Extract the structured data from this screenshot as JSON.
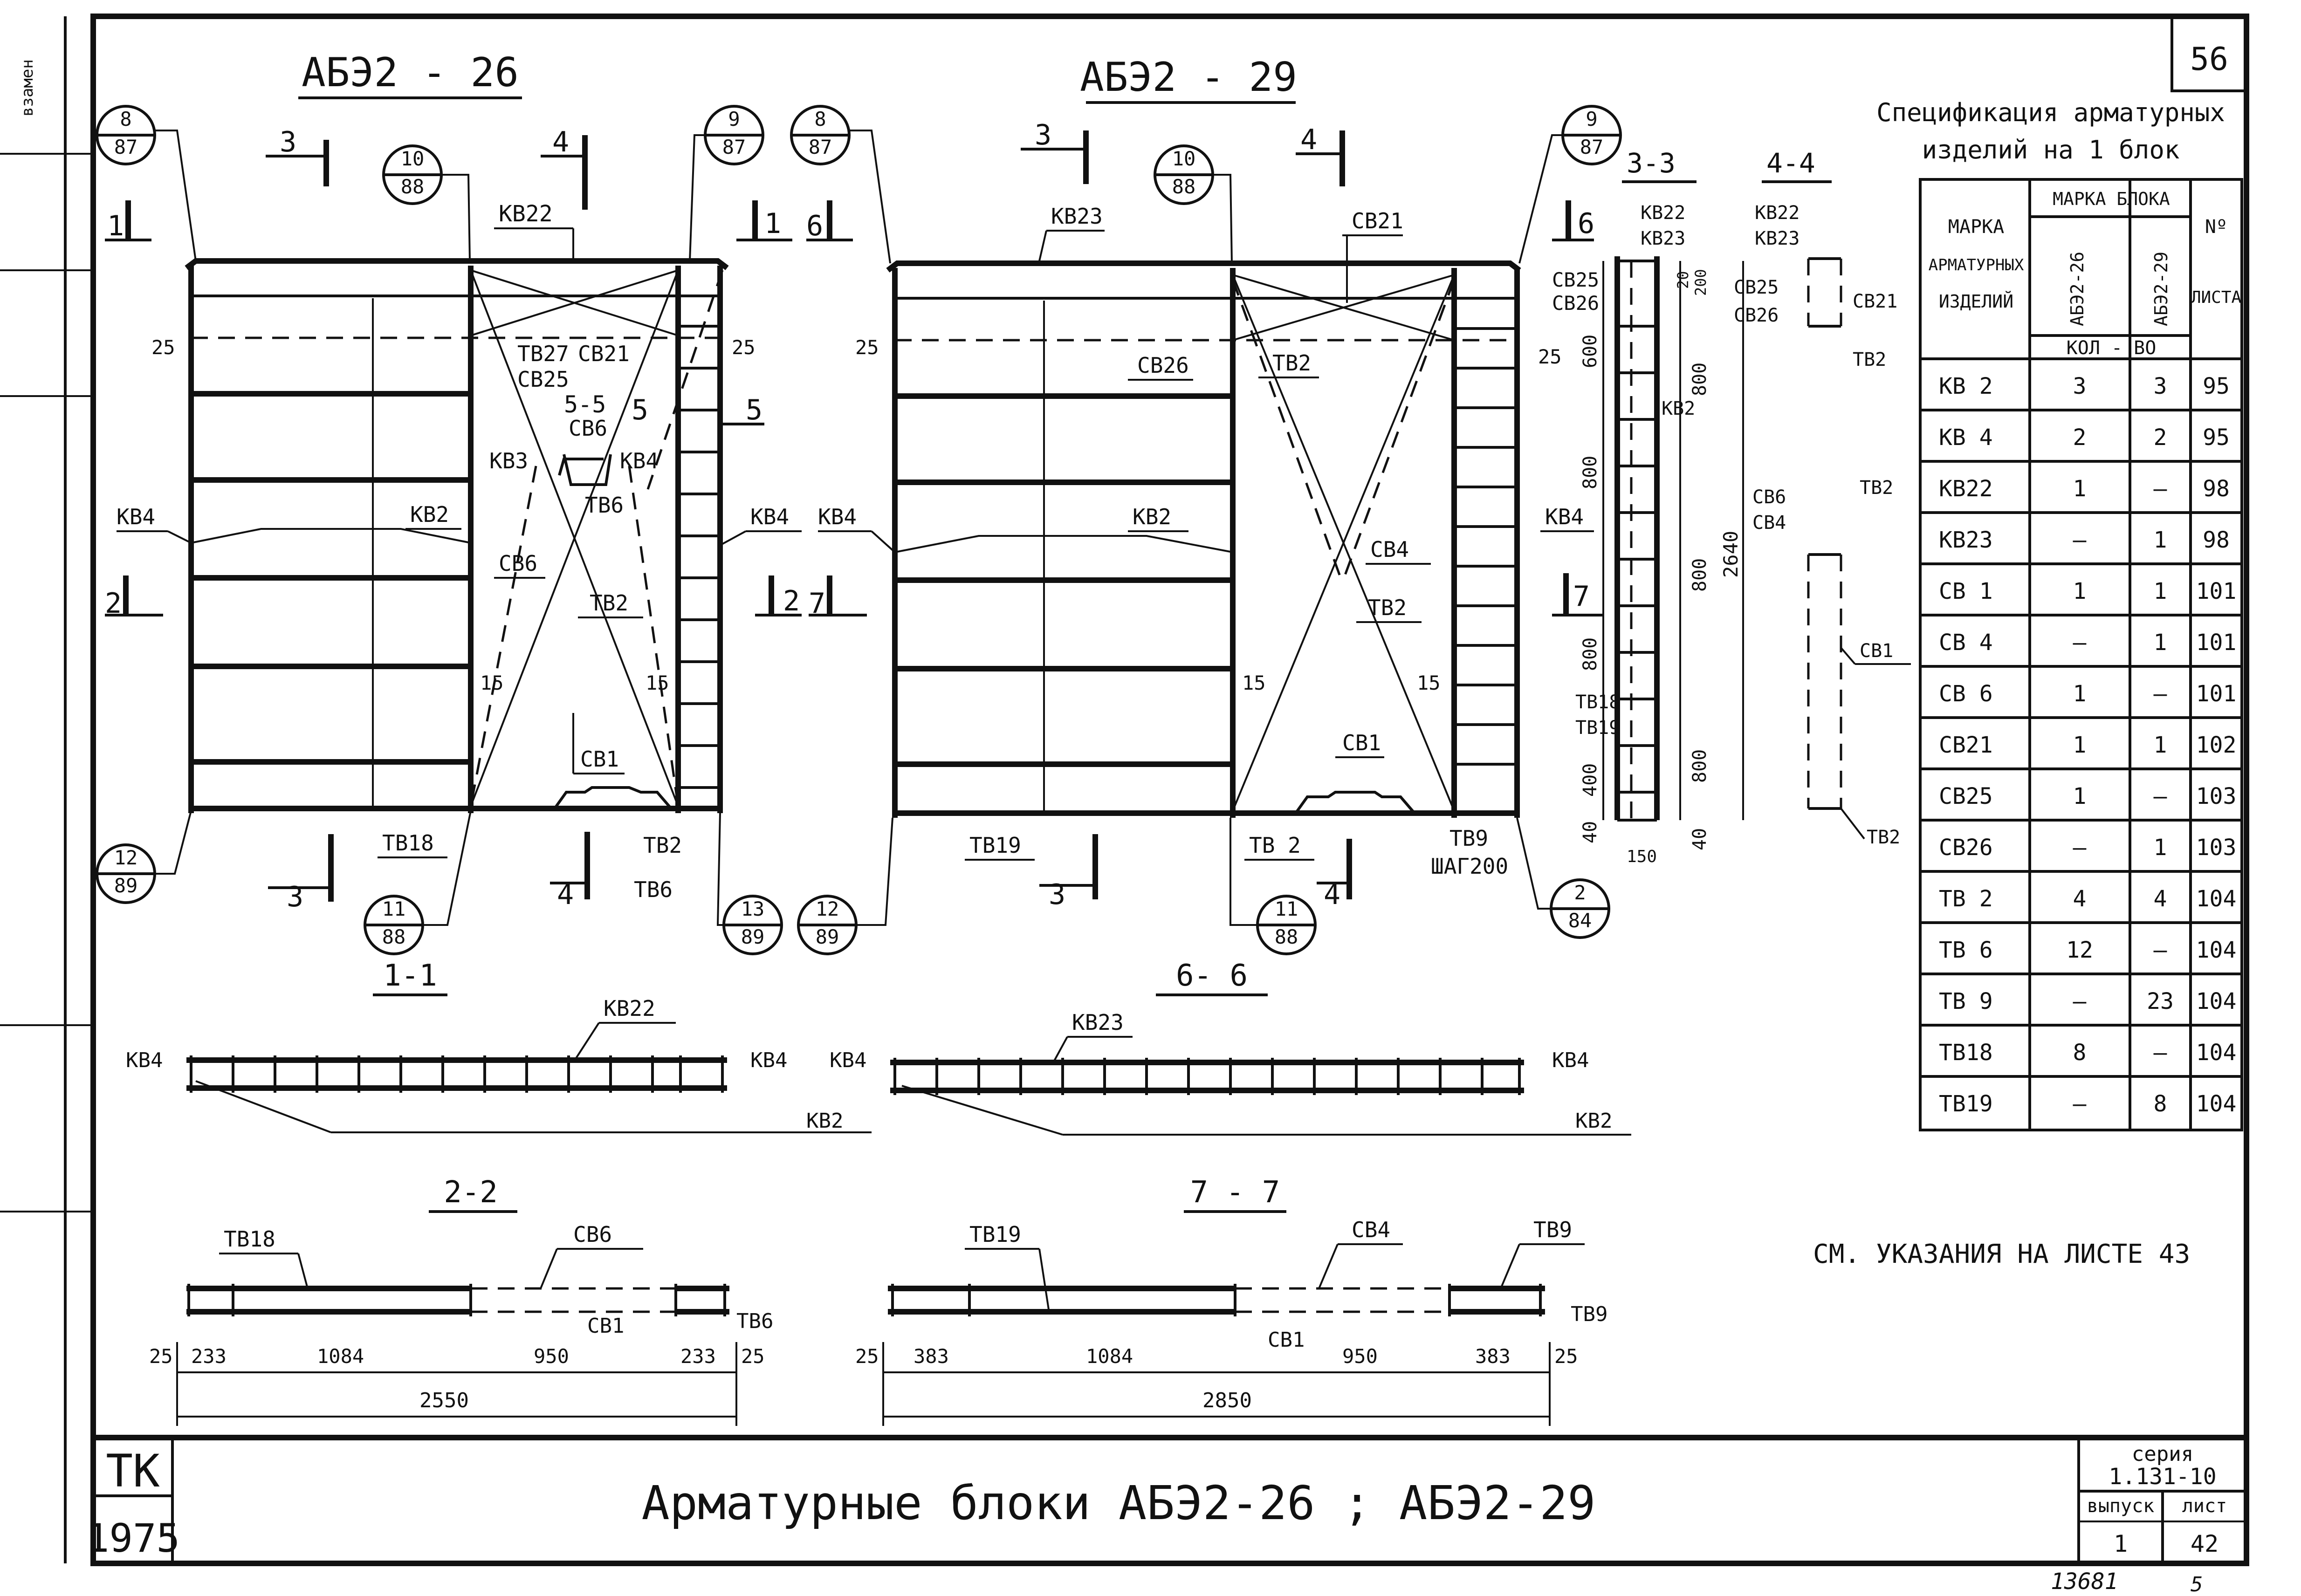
{
  "sheet_number_top": "56",
  "left_strip": "взамен",
  "titles": {
    "left": "АБЭ2 - 26",
    "right": "АБЭ2 - 29"
  },
  "callouts": [
    {
      "top": "8",
      "bottom": "87"
    },
    {
      "top": "10",
      "bottom": "88"
    },
    {
      "top": "9",
      "bottom": "87"
    },
    {
      "top": "8",
      "bottom": "87"
    },
    {
      "top": "10",
      "bottom": "88"
    },
    {
      "top": "9",
      "bottom": "87"
    },
    {
      "top": "12",
      "bottom": "89"
    },
    {
      "top": "11",
      "bottom": "88"
    },
    {
      "top": "13",
      "bottom": "89"
    },
    {
      "top": "12",
      "bottom": "89"
    },
    {
      "top": "11",
      "bottom": "88"
    },
    {
      "top": "2",
      "bottom": "84"
    }
  ],
  "section_marks": [
    "1",
    "2",
    "3",
    "3",
    "4",
    "4",
    "5",
    "5",
    "6",
    "7",
    "3",
    "3",
    "4",
    "4",
    "1",
    "2",
    "6",
    "7"
  ],
  "labels_left": [
    "КВ22",
    "ТВ27",
    "СВ21",
    "СВ25",
    "5-5",
    "СВ6",
    "КВ3",
    "КВ4",
    "ТВ6",
    "КВ4",
    "КВ2",
    "КВ4",
    "СВ6",
    "ТВ2",
    "СВ1",
    "ТВ18",
    "ТВ2",
    "ТВ6",
    "25",
    "25",
    "15",
    "15"
  ],
  "labels_right": [
    "КВ23",
    "СВ21",
    "СВ26",
    "ТВ2",
    "КВ4",
    "КВ2",
    "СВ4",
    "ТВ2",
    "КВ4",
    "СВ1",
    "ТВ19",
    "ТВ 2",
    "ТВ9",
    "ШАГ200",
    "СВ25",
    "СВ26",
    "25",
    "25",
    "15",
    "15"
  ],
  "section_33": {
    "title": "3-3",
    "labels": [
      "КВ22",
      "КВ23",
      "КВ2",
      "ТВ18",
      "ТВ19"
    ],
    "dims": [
      "20",
      "200",
      "600",
      "800",
      "800",
      "800",
      "400",
      "40",
      "800",
      "2640",
      "800",
      "800",
      "150",
      "40"
    ]
  },
  "section_44": {
    "title": "4-4",
    "labels": [
      "КВ22",
      "КВ23",
      "СВ25",
      "СВ26",
      "СВ21",
      "ТВ2",
      "ТВ2",
      "СВ6",
      "СВ4",
      "СВ1",
      "ТВ2"
    ]
  },
  "section_11": {
    "title": "1-1",
    "labels": [
      "КВ22",
      "КВ4",
      "КВ4",
      "КВ2"
    ]
  },
  "section_66": {
    "title": "6- 6",
    "labels": [
      "КВ23",
      "КВ4",
      "КВ4",
      "КВ2"
    ]
  },
  "section_22": {
    "title": "2-2",
    "labels": [
      "ТВ18",
      "СВ6",
      "СВ1",
      "ТВ6"
    ],
    "dims": [
      "25",
      "233",
      "1084",
      "950",
      "233",
      "25"
    ],
    "total": "2550"
  },
  "section_77": {
    "title": "7 - 7",
    "labels": [
      "ТВ19",
      "СВ4",
      "ТВ9",
      "СВ1",
      "ТВ9"
    ],
    "dims": [
      "25",
      "383",
      "1084",
      "950",
      "383",
      "25"
    ],
    "total": "2850"
  },
  "spec": {
    "title_line1": "Спецификация арматурных",
    "title_line2": "изделий на 1 блок",
    "col_mark": [
      "МАРКА",
      "АРМАТУРНЫХ",
      "ИЗДЕЛИЙ"
    ],
    "col_block": "МАРКА БЛОКА",
    "col_b1": "АБЭ2-26",
    "col_b2": "АБЭ2-29",
    "col_qty": "КОЛ - ВО",
    "col_sheet": [
      "Nº",
      "ЛИСТА"
    ],
    "rows": [
      [
        "КВ 2",
        "3",
        "3",
        "95"
      ],
      [
        "КВ 4",
        "2",
        "2",
        "95"
      ],
      [
        "КВ22",
        "1",
        "—",
        "98"
      ],
      [
        "КВ23",
        "—",
        "1",
        "98"
      ],
      [
        "СВ 1",
        "1",
        "1",
        "101"
      ],
      [
        "СВ 4",
        "—",
        "1",
        "101"
      ],
      [
        "СВ 6",
        "1",
        "—",
        "101"
      ],
      [
        "СВ21",
        "1",
        "1",
        "102"
      ],
      [
        "СВ25",
        "1",
        "—",
        "103"
      ],
      [
        "СВ26",
        "—",
        "1",
        "103"
      ],
      [
        "ТВ 2",
        "4",
        "4",
        "104"
      ],
      [
        "ТВ 6",
        "12",
        "—",
        "104"
      ],
      [
        "ТВ 9",
        "—",
        "23",
        "104"
      ],
      [
        "ТВ18",
        "8",
        "—",
        "104"
      ],
      [
        "ТВ19",
        "—",
        "8",
        "104"
      ]
    ]
  },
  "note": "СМ. УКАЗАНИЯ НА ЛИСТЕ 43",
  "title_block": {
    "org": "ТК",
    "year": "1975",
    "title": "Арматурные блоки АБЭ2-26 ; АБЭ2-29",
    "series_label": "серия",
    "series_value": "1.131-10",
    "issue_label": "выпуск",
    "issue_value": "1",
    "sheet_label": "лист",
    "sheet_value": "42"
  },
  "footer_number": "13681",
  "footer_small": "5"
}
